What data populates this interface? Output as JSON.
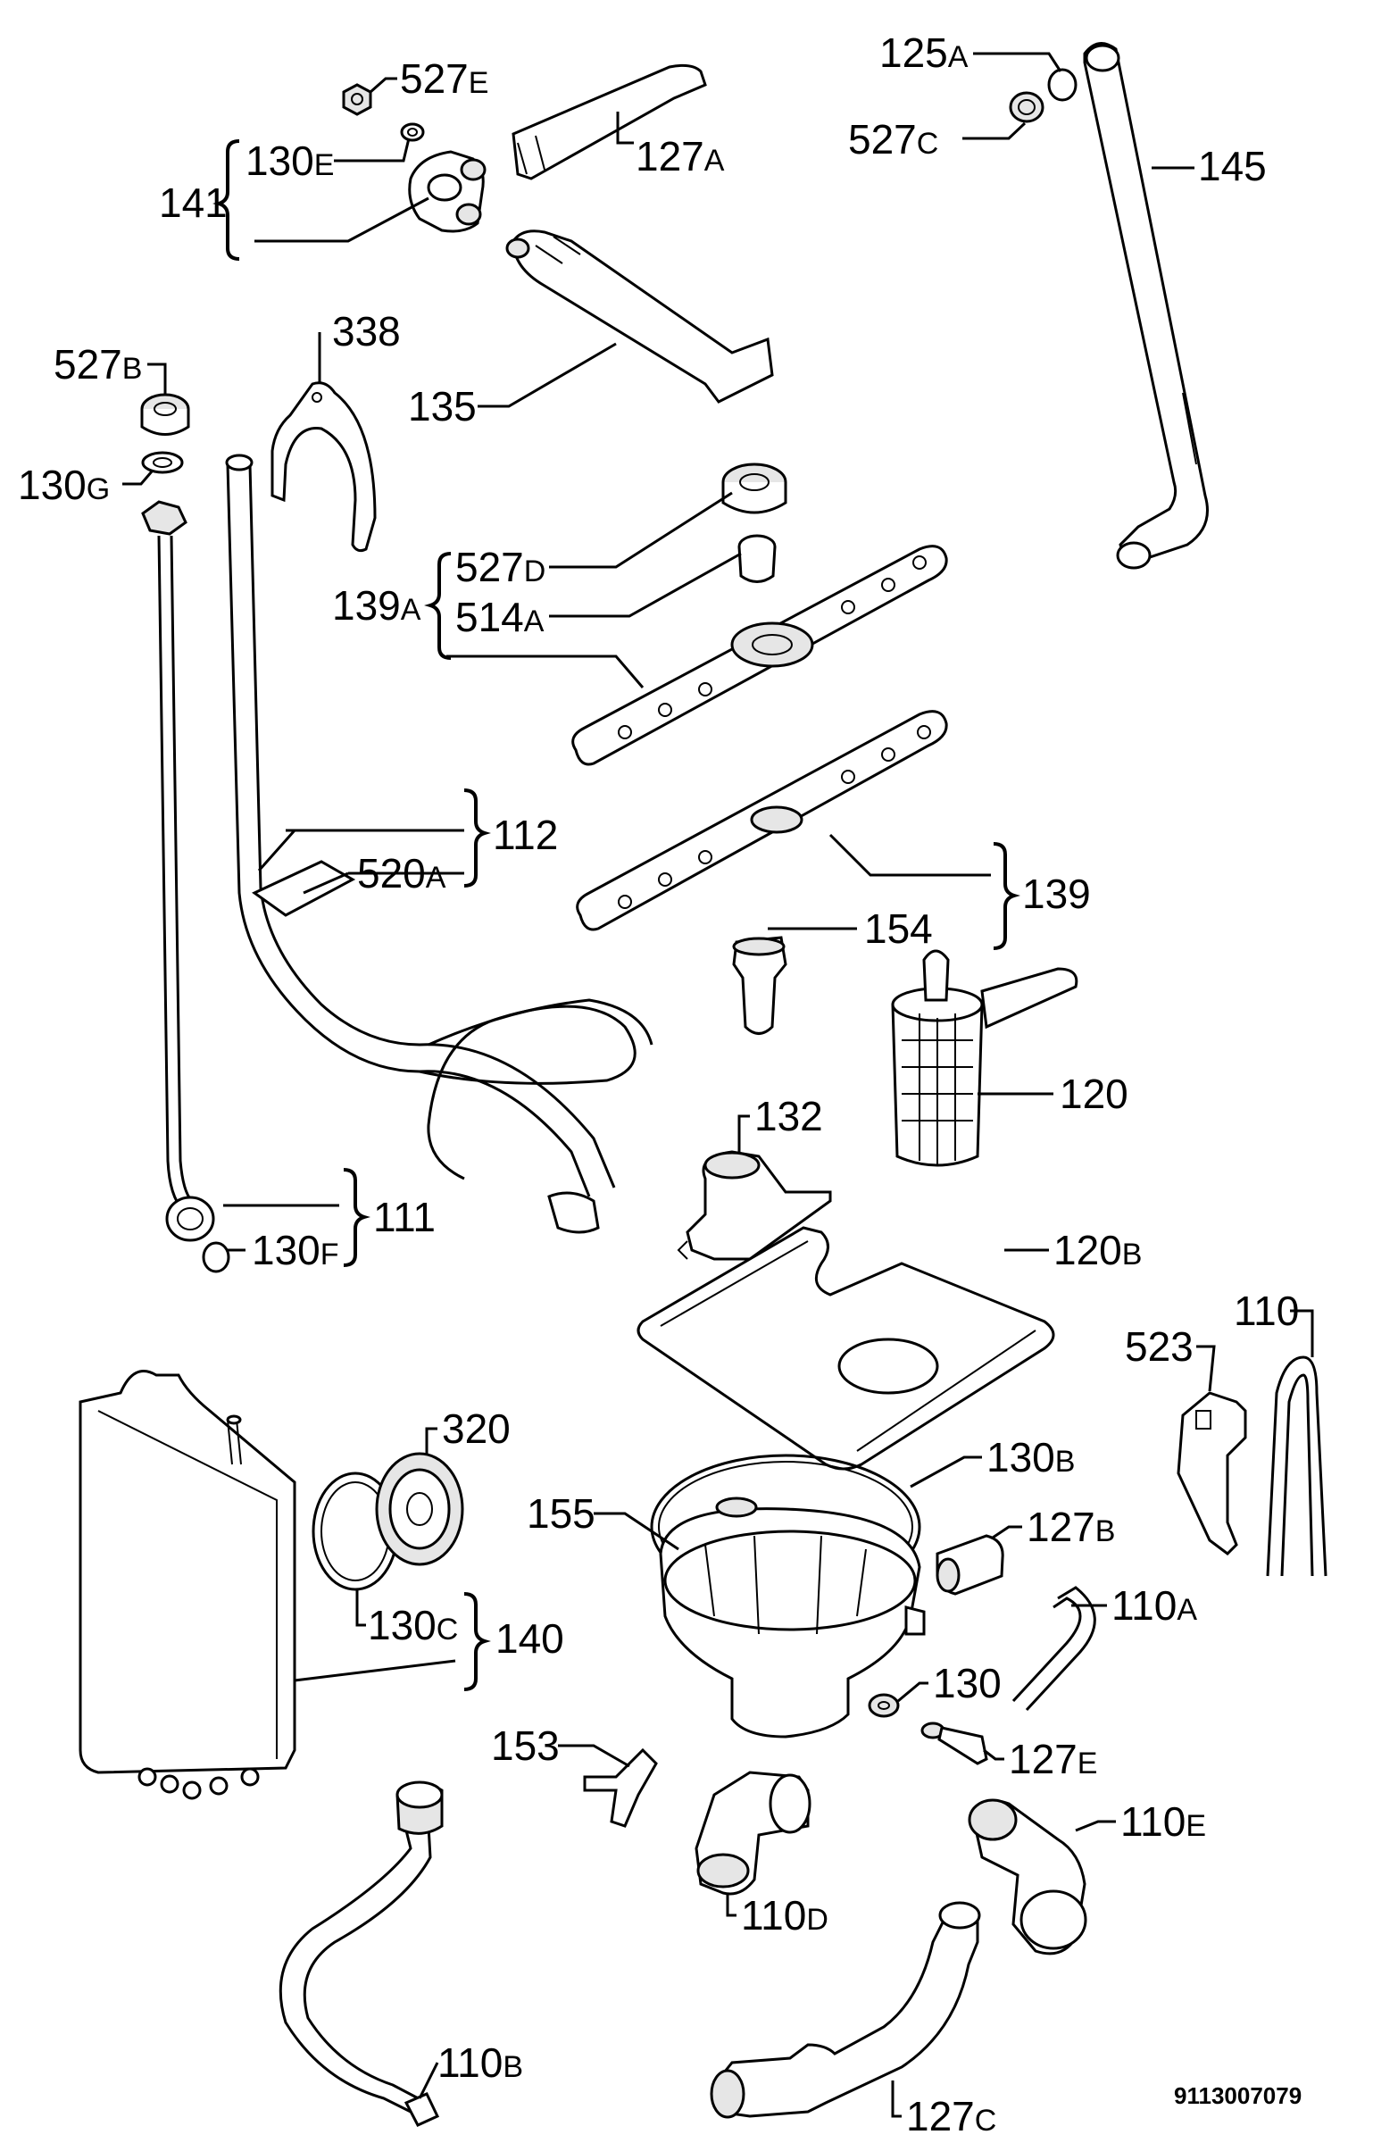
{
  "doc_id": "9113007079",
  "labels": {
    "l527E": {
      "num": "527",
      "sub": "E"
    },
    "l130E": {
      "num": "130",
      "sub": "E"
    },
    "l141": {
      "num": "141",
      "sub": ""
    },
    "l127A": {
      "num": "127",
      "sub": "A"
    },
    "l125A": {
      "num": "125",
      "sub": "A"
    },
    "l527C": {
      "num": "527",
      "sub": "C"
    },
    "l145": {
      "num": "145",
      "sub": ""
    },
    "l135": {
      "num": "135",
      "sub": ""
    },
    "l527B": {
      "num": "527",
      "sub": "B"
    },
    "l338": {
      "num": "338",
      "sub": ""
    },
    "l130G": {
      "num": "130",
      "sub": "G"
    },
    "l527D": {
      "num": "527",
      "sub": "D"
    },
    "l139A": {
      "num": "139",
      "sub": "A"
    },
    "l514A": {
      "num": "514",
      "sub": "A"
    },
    "l112": {
      "num": "112",
      "sub": ""
    },
    "l520A": {
      "num": "520",
      "sub": "A"
    },
    "l139": {
      "num": "139",
      "sub": ""
    },
    "l154": {
      "num": "154",
      "sub": ""
    },
    "l120": {
      "num": "120",
      "sub": ""
    },
    "l132": {
      "num": "132",
      "sub": ""
    },
    "l111": {
      "num": "111",
      "sub": ""
    },
    "l130F": {
      "num": "130",
      "sub": "F"
    },
    "l120B": {
      "num": "120",
      "sub": "B"
    },
    "l110": {
      "num": "110",
      "sub": ""
    },
    "l523": {
      "num": "523",
      "sub": ""
    },
    "l320": {
      "num": "320",
      "sub": ""
    },
    "l130B": {
      "num": "130",
      "sub": "B"
    },
    "l155": {
      "num": "155",
      "sub": ""
    },
    "l127B": {
      "num": "127",
      "sub": "B"
    },
    "l130C": {
      "num": "130",
      "sub": "C"
    },
    "l140": {
      "num": "140",
      "sub": ""
    },
    "l110A": {
      "num": "110",
      "sub": "A"
    },
    "l130": {
      "num": "130",
      "sub": ""
    },
    "l153": {
      "num": "153",
      "sub": ""
    },
    "l127E": {
      "num": "127",
      "sub": "E"
    },
    "l110E": {
      "num": "110",
      "sub": "E"
    },
    "l110D": {
      "num": "110",
      "sub": "D"
    },
    "l110B": {
      "num": "110",
      "sub": "B"
    },
    "l127C": {
      "num": "127",
      "sub": "C"
    }
  }
}
